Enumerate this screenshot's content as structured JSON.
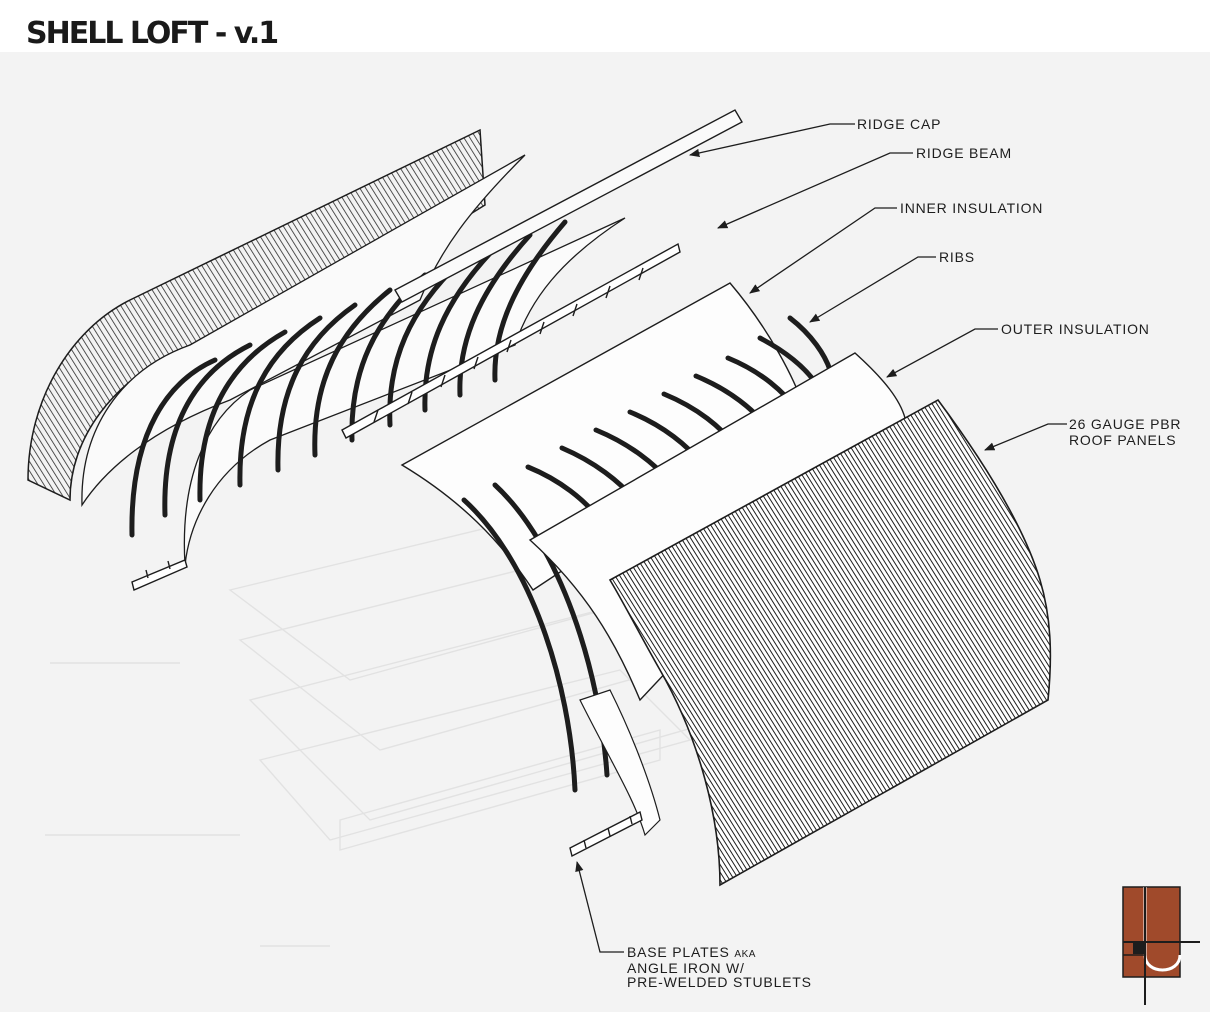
{
  "title": "SHELL LOFT - v.1",
  "labels": {
    "ridge_cap": "RIDGE CAP",
    "ridge_beam": "RIDGE BEAM",
    "inner_insulation": "INNER INSULATION",
    "ribs": "RIBS",
    "outer_insulation": "OUTER INSULATION",
    "roof_panels_line1": "26 GAUGE PBR",
    "roof_panels_line2": "ROOF PANELS",
    "base_plates_line1": "BASE PLATES",
    "base_plates_aka": "AKA",
    "base_plates_line2": "ANGLE IRON W/",
    "base_plates_line3": "PRE-WELDED STUBLETS"
  },
  "colors": {
    "sheet": "#f3f3f3",
    "ink": "#1d1d1d",
    "logo_brown": "#a04a2b"
  },
  "icons": {
    "logo": "brand-mark-icon"
  }
}
